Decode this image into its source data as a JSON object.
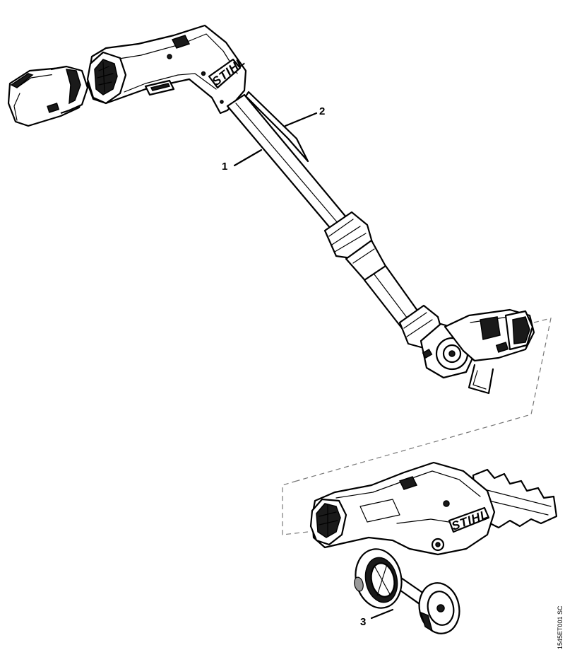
{
  "callouts": {
    "c1": "1",
    "c2": "2",
    "c3": "3"
  },
  "brand_logo_main": "STIHL",
  "brand_logo_shear": "STIHL",
  "drawing_code": "1545ET001 SC"
}
